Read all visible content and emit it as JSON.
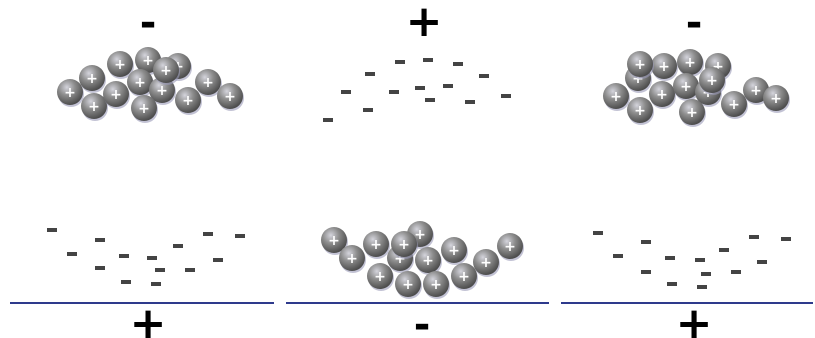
{
  "panels": [
    {
      "id": "top-left",
      "sign": "-",
      "particles": "ions",
      "ion_symbol": "+",
      "ion_count": 14
    },
    {
      "id": "top-middle",
      "sign": "+",
      "particles": "electrons",
      "electron_symbol": "-",
      "electron_count": 14
    },
    {
      "id": "top-right",
      "sign": "-",
      "particles": "ions",
      "ion_symbol": "+",
      "ion_count": 15
    },
    {
      "id": "bottom-left",
      "sign": "+",
      "particles": "electrons",
      "electron_symbol": "-",
      "electron_count": 14,
      "has_plate": true
    },
    {
      "id": "bottom-middle",
      "sign": "-",
      "particles": "ions",
      "ion_symbol": "+",
      "ion_count": 14,
      "has_plate": true
    },
    {
      "id": "bottom-right",
      "sign": "+",
      "particles": "electrons",
      "electron_symbol": "-",
      "electron_count": 14,
      "has_plate": true
    }
  ],
  "colors": {
    "ion_fill": "#7a7a7a",
    "ion_highlight": "#b8b8c4",
    "ion_label": "#ffffff",
    "electron": "#444444",
    "plate": "#2e3a8c",
    "sign": "#000000"
  }
}
